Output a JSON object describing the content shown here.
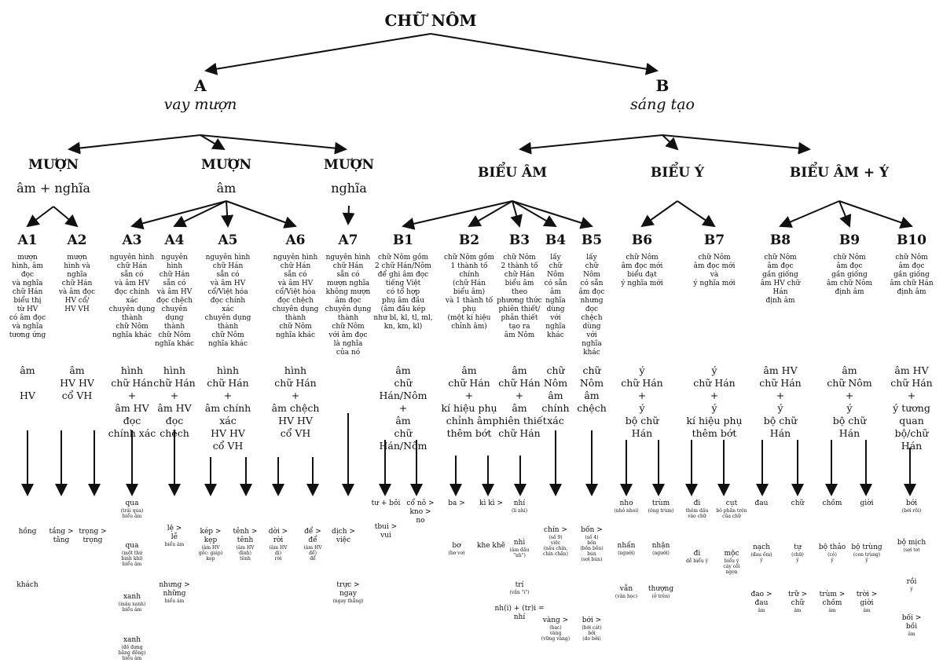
{
  "title": "CHỮ NÔM",
  "branches": [
    {
      "code": "A",
      "label": "vay mượn"
    },
    {
      "code": "B",
      "label": "sáng tạo"
    }
  ],
  "categories": [
    {
      "name": "MƯỢN",
      "sub": "âm + nghĩa"
    },
    {
      "name": "MƯỢN",
      "sub": "âm"
    },
    {
      "name": "MƯỢN",
      "sub": "nghĩa"
    },
    {
      "name": "BIỂU ÂM",
      "sub": ""
    },
    {
      "name": "BIỂU Ý",
      "sub": ""
    },
    {
      "name": "BIỂU ÂM + Ý",
      "sub": ""
    }
  ],
  "leaves": [
    {
      "code": "A1",
      "desc": "mượn\nhình, âm đọc\nvà nghĩa\nchữ Hán\nbiểu thị\ntừ HV\ncó âm đọc\nvà nghĩa\ntương ứng",
      "form": "âm\n\nHV",
      "examples": [
        {
          "text": "hồng",
          "note": ""
        },
        {
          "text": "khách",
          "note": ""
        }
      ]
    },
    {
      "code": "A2",
      "desc": "mượn\nhình và nghĩa\nchữ Hán\nvà âm đọc\nHV cổ/\nHV VH",
      "form": "âm\nHV    HV\ncổ      VH",
      "examples": [
        {
          "text": "tầng >\ntằng",
          "note": ""
        },
        {
          "text": "trọng >\ntrọng",
          "note": ""
        }
      ]
    },
    {
      "code": "A3",
      "desc": "nguyên hình\nchữ Hán\nsẵn có\nvà âm HV\nđọc chính xác\nchuyên dụng\nthành\nchữ Nôm\nnghĩa khác",
      "form": "hình\nchữ Hán\n+\nâm HV\nđọc\nchính xác",
      "examples": [
        {
          "text": "qua",
          "note": "(trải qua)\nbiểu âm"
        },
        {
          "text": "qua",
          "note": "(một thứ\nbinh khí)\nbiểu âm"
        },
        {
          "text": "xanh",
          "note": "(màu xanh)\nbiểu âm"
        },
        {
          "text": "xanh",
          "note": "(đồ đựng\nbằng đồng)\nbiểu âm"
        }
      ]
    },
    {
      "code": "A4",
      "desc": "nguyên hình\nchữ Hán\nsẵn có\nvà âm HV\nđọc chệch\nchuyên dụng\nthành\nchữ Nôm\nnghĩa khác",
      "form": "hình\nchữ Hán\n+\nâm HV\nđọc\nchệch",
      "examples": [
        {
          "text": "lệ >\nlễ",
          "note": "biểu âm"
        },
        {
          "text": "nhưng >\nnhững",
          "note": "biểu âm"
        }
      ]
    },
    {
      "code": "A5",
      "desc": "nguyên hình\nchữ Hán\nsẵn có\nvà âm HV\ncổ/Việt hóa\nđọc chính xác\nchuyên dụng\nthành\nchữ Nôm\nnghĩa khác",
      "form": "hình\nchữ Hán\n+\nâm chính xác\nHV      HV\ncổ        VH",
      "examples": [
        {
          "text": "kép >\nkẹp",
          "note": "(âm HV\ngốc: giáp)\nkẹp"
        },
        {
          "text": "tênh >\ntênh",
          "note": "(âm HV\nđinh)\ntênh"
        }
      ]
    },
    {
      "code": "A6",
      "desc": "nguyên hình\nchữ Hán\nsẵn có\nvà âm HV\ncổ/Việt hóa\nđọc chệch\nchuyên dụng\nthành\nchữ Nôm\nnghĩa khác",
      "form": "hình\nchữ Hán\n+\nâm chệch\nHV      HV\ncổ        VH",
      "examples": [
        {
          "text": "dời >\nrời",
          "note": "(âm HV\ndi)\nrời"
        },
        {
          "text": "để >\nđể",
          "note": "(âm HV\nđể)\nđể"
        }
      ]
    },
    {
      "code": "A7",
      "desc": "nguyên hình\nchữ Hán\nsẵn có\nmượn nghĩa\nkhông mượn\nâm đọc\nchuyên dụng\nthành\nchữ Nôm\nvới âm đọc\nlà nghĩa\ncủa nó",
      "form": "",
      "examples": [
        {
          "text": "dịch >\nviệc",
          "note": ""
        },
        {
          "text": "trực >\nngay",
          "note": "(ngay thẳng)"
        }
      ]
    },
    {
      "code": "B1",
      "desc": "chữ Nôm gồm\n2 chữ Hán/Nôm\nđể ghi âm đọc\ntiếng Việt\ncó tổ hợp\nphụ âm đầu\n(âm đầu kép\nnhư bl, kl, tl, ml,\nkn, km, kl)",
      "form": "âm\nchữ Hán/Nôm\n+\nâm\nchữ Hán/Nôm",
      "examples": [
        {
          "text": "tư + bôi",
          "note": ""
        },
        {
          "text": "cổ nô >\nkno >\nno",
          "note": ""
        },
        {
          "text": "tbui >\nvui",
          "note": ""
        }
      ]
    },
    {
      "code": "B2",
      "desc": "chữ Nôm gồm\n1 thành tố\nchính\n(chữ Hán\nbiểu âm)\nvà 1 thành tố\nphụ\n(một kí hiệu\nchỉnh âm)",
      "form": "âm\nchữ Hán\n+\nkí hiệu phụ\nchỉnh âm\nthêm    bớt",
      "examples": [
        {
          "text": "ba >",
          "note": ""
        },
        {
          "text": "kì kì >",
          "note": ""
        },
        {
          "text": "bơ",
          "note": "(bơ vơ)"
        },
        {
          "text": "khe khẽ",
          "note": ""
        }
      ]
    },
    {
      "code": "B3",
      "desc": "chữ Nôm\n2 thành tố\nchữ Hán\nbiểu âm\ntheo\nphương thức\nphiên thiết/\nphản thiết\ntạo ra\nâm Nôm",
      "form": "âm\nchữ Hán\n+\nâm\nphiên thiết\nchữ Hán",
      "examples": [
        {
          "text": "nhí",
          "note": "(lí nhí)"
        },
        {
          "text": "nhì",
          "note": "(âm đầu\n\"nh\")"
        },
        {
          "text": "trí",
          "note": "(vần \"i\")"
        },
        {
          "text": "nh(i) + (tr)i =\nnhí",
          "note": ""
        }
      ]
    },
    {
      "code": "B4",
      "desc": "lấy\nchữ\nNôm\ncó sẵn\nâm nghĩa\ndùng\nvới\nnghĩa\nkhác",
      "form": "chữ\nNôm\nâm\nchính\nxác",
      "examples": [
        {
          "text": "chín >",
          "note": "(số 9)\nviệc\n(nấu chín,\nchín chắn)"
        },
        {
          "text": "vàng >",
          "note": "(bạc)\nvàng\n(vững vàng)"
        }
      ]
    },
    {
      "code": "B5",
      "desc": "lấy\nchữ\nNôm\ncó sẵn\nâm đọc\nnhưng\nđọc chệch\ndùng\nvới\nnghĩa\nkhác",
      "form": "chữ\nNôm\nâm\nchệch",
      "examples": [
        {
          "text": "bốn >",
          "note": "(số 4)\nbốn\n(bồn bồn)\nbún\n(sợi bún)"
        },
        {
          "text": "bới >",
          "note": "(bới cát)\nbởi\n(do bởi)"
        }
      ]
    },
    {
      "code": "B6",
      "desc": "chữ Nôm\nâm đọc mới\nbiểu đạt\ný nghĩa mới",
      "form": "ý\nchữ Hán\n+\ný\nbộ         chữ\nHán",
      "examples": [
        {
          "text": "nho",
          "note": "(nhỏ nhoi)"
        },
        {
          "text": "trùm",
          "note": "(ông trùm)"
        },
        {
          "text": "nhấn",
          "note": "(người)"
        },
        {
          "text": "nhận",
          "note": "(người)"
        },
        {
          "text": "vẫn",
          "note": "(văn học)"
        },
        {
          "text": "thượng",
          "note": "(ở trên)"
        }
      ]
    },
    {
      "code": "B7",
      "desc": "chữ Nôm\nâm đọc mới\nvà\ný nghĩa mới",
      "form": "ý\nchữ Hán\n+\ný\nkí hiệu phụ\nthêm    bớt",
      "examples": [
        {
          "text": "đi",
          "note": "thêm dấu\nvào chữ"
        },
        {
          "text": "cụt",
          "note": "bỏ phần trên\ncủa chữ"
        },
        {
          "text": "đi",
          "note": "dễ biểu ý"
        },
        {
          "text": "mộc",
          "note": "biểu ý\ncây cối\nngọn"
        }
      ]
    },
    {
      "code": "B8",
      "desc": "chữ Nôm\nâm đọc\ngần giống\nâm HV chữ Hán\nđịnh âm",
      "form": "âm HV\nchữ Hán\n+\ný\nbộ        chữ\nHán",
      "examples": [
        {
          "text": "đau",
          "note": ""
        },
        {
          "text": "chữ",
          "note": ""
        },
        {
          "text": "nạch",
          "note": "(đau ốm)\ný"
        },
        {
          "text": "tự",
          "note": "(chữ)\ný"
        },
        {
          "text": "đao >\nđau",
          "note": "âm"
        },
        {
          "text": "trữ >\nchữ",
          "note": "âm"
        }
      ]
    },
    {
      "code": "B9",
      "desc": "chữ Nôm\nâm đọc\ngần giống\nâm chữ Nôm\nđịnh âm",
      "form": "âm\nchữ Nôm\n+\ný\nbộ       chữ\nHán",
      "examples": [
        {
          "text": "chồm",
          "note": ""
        },
        {
          "text": "giời",
          "note": ""
        },
        {
          "text": "bộ thảo",
          "note": "(cỏ)\ný"
        },
        {
          "text": "bộ trùng",
          "note": "(con trùng)\ný"
        },
        {
          "text": "trùm >\nchồm",
          "note": "âm"
        },
        {
          "text": "trời >\ngiời",
          "note": "âm"
        }
      ]
    },
    {
      "code": "B10",
      "desc": "chữ Nôm\nâm đọc\ngần giống\nâm chữ Hán\nđịnh âm",
      "form": "âm HV\nchữ Hán\n+\ný tương quan\nbộ/chữ\nHán",
      "examples": [
        {
          "text": "bới",
          "note": "(bới rồi)"
        },
        {
          "text": "bộ mịch",
          "note": "(sợi tơ)"
        },
        {
          "text": "rồi",
          "note": "ý"
        },
        {
          "text": "bối >\nbồi",
          "note": "âm"
        }
      ]
    }
  ]
}
